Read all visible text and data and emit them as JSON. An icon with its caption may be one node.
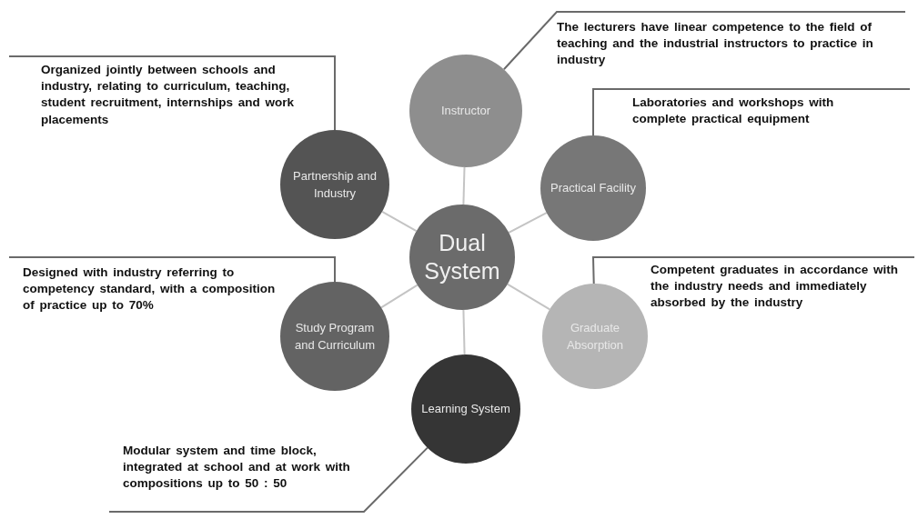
{
  "diagram": {
    "nodes": [
      {
        "text": [
          "Dual System"
        ]
      },
      {
        "text": [
          "Instructor"
        ]
      },
      {
        "text": [
          "Practical Facility"
        ]
      },
      {
        "text": [
          "Graduate Absorption"
        ]
      },
      {
        "text": [
          "Learning System"
        ]
      },
      {
        "text": [
          "Study Program and Curriculum"
        ]
      },
      {
        "text": [
          "Partnership and Industry"
        ]
      },
      {
        "text": [
          "The lecturers have linear competence to the field of teaching and the industrial instructors to practice in industry"
        ]
      },
      {
        "text": [
          "Laboratories and workshops with complete practical equipment"
        ]
      },
      {
        "text": [
          "Competent graduates in accordance with the industry needs and immediately absorbed by the industry"
        ]
      },
      {
        "text": [
          "Modular system and time block, integrated at school and at work with compositions up to 50 : 50"
        ]
      },
      {
        "text": [
          "Designed with industry referring to competency standard, with a composition of practice up to 70%"
        ]
      },
      {
        "text": [
          "Organized jointly between schools and industry, relating to curriculum, teaching, student recruitment, internships and work placements"
        ]
      }
    ],
    "edges": [
      {
        "from": 0,
        "to": 1,
        "arrow": "none"
      },
      {
        "from": 0,
        "to": 2,
        "arrow": "none"
      },
      {
        "from": 0,
        "to": 3,
        "arrow": "none"
      },
      {
        "from": 0,
        "to": 4,
        "arrow": "none"
      },
      {
        "from": 0,
        "to": 5,
        "arrow": "none"
      },
      {
        "from": 0,
        "to": 6,
        "arrow": "none"
      },
      {
        "from": 7,
        "to": 1,
        "arrow": "none"
      },
      {
        "from": 8,
        "to": 2,
        "arrow": "none"
      },
      {
        "from": 9,
        "to": 3,
        "arrow": "none"
      },
      {
        "from": 10,
        "to": 4,
        "arrow": "none"
      },
      {
        "from": 11,
        "to": 5,
        "arrow": "none"
      },
      {
        "from": 12,
        "to": 6,
        "arrow": "none"
      }
    ]
  }
}
